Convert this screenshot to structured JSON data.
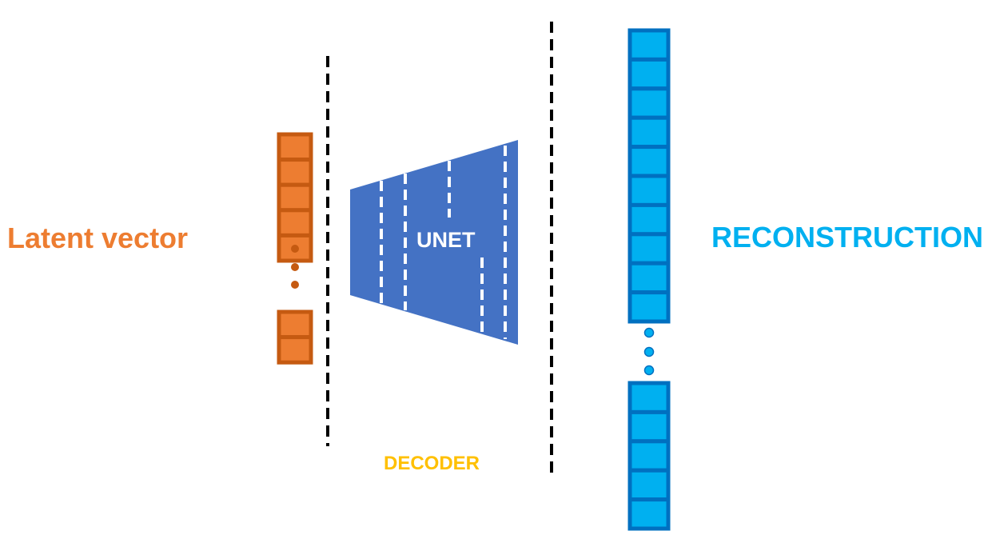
{
  "labels": {
    "latent": "Latent vector",
    "reconstruction": "RECONSTRUCTION",
    "decoder": "DECODER",
    "unet": "UNET"
  },
  "colors": {
    "latent_fill": "#ED7D31",
    "latent_stroke": "#C55A11",
    "unet_fill": "#4472C4",
    "recon_fill": "#00B0F0",
    "recon_stroke": "#0070C0",
    "decoder_text": "#FFC000",
    "divider": "#000000",
    "unet_text": "#FFFFFF"
  },
  "latent_vector": {
    "top_cells": 5,
    "bottom_cells": 2
  },
  "reconstruction_vector": {
    "top_cells": 10,
    "bottom_cells": 5
  }
}
